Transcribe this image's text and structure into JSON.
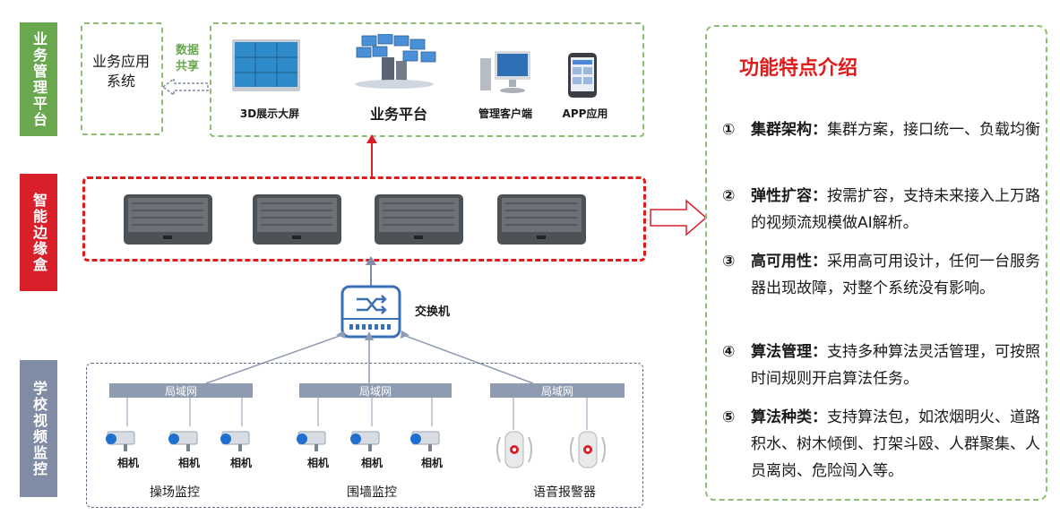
{
  "layers": {
    "business": "业务管理平台",
    "edge": "智能边缘盒",
    "video": "学校视频监控"
  },
  "top": {
    "app_system": "业务应用系统",
    "data_share": "数据共享",
    "display_3d": "3D展示大屏",
    "platform": "业务平台",
    "client": "管理客户端",
    "app": "APP应用"
  },
  "switch_label": "交换机",
  "lan_label": "局域网",
  "camera_label": "相机",
  "groups": {
    "playground": "操场监控",
    "wall": "围墙监控",
    "alarm": "语音报警器"
  },
  "features": {
    "title": "功能特点介绍",
    "items": [
      {
        "num": "①",
        "name": "集群架构：",
        "desc": "集群方案，接口统一、负载均衡"
      },
      {
        "num": "②",
        "name": "弹性扩容：",
        "desc": "按需扩容，支持未来接入上万路的视频流规模做AI解析。"
      },
      {
        "num": "③",
        "name": "高可用性：",
        "desc": "采用高可用设计，任何一台服务器出现故障，对整个系统没有影响。"
      },
      {
        "num": "④",
        "name": "算法管理：",
        "desc": "支持多种算法灵活管理，可按照时间规则开启算法任务。"
      },
      {
        "num": "⑤",
        "name": "算法种类：",
        "desc": "支持算法包，如浓烟明火、道路积水、树木倾倒、打架斗殴、人群聚集、人员离岗、危险闯入等。"
      }
    ]
  },
  "colors": {
    "green": "#6aa84f",
    "red": "#d9202a",
    "slate": "#7f8ca3",
    "accent_red": "#e01b1b"
  }
}
